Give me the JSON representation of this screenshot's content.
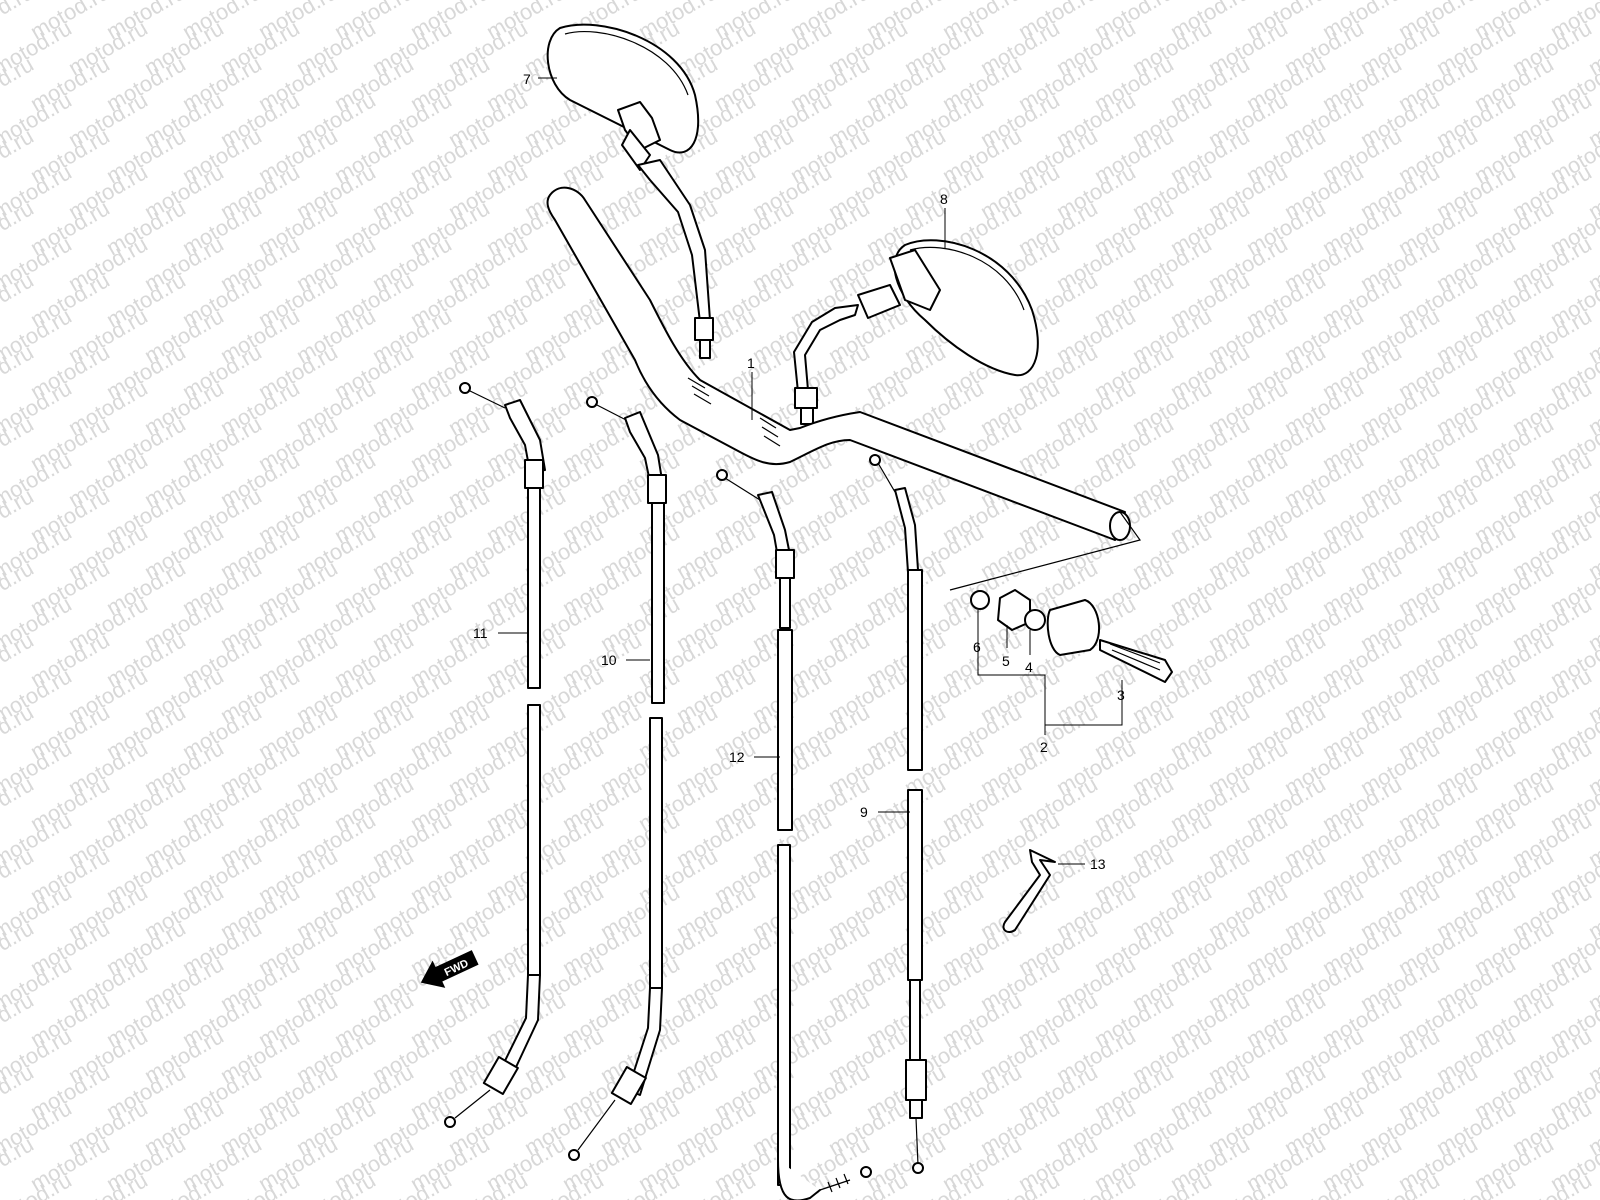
{
  "watermark": {
    "text": "motod.ru",
    "color": "#d8d8d8"
  },
  "fwd_arrow": {
    "label": "FWD"
  },
  "callouts": [
    {
      "id": "1",
      "label": "1"
    },
    {
      "id": "2",
      "label": "2"
    },
    {
      "id": "3",
      "label": "3"
    },
    {
      "id": "4",
      "label": "4"
    },
    {
      "id": "5",
      "label": "5"
    },
    {
      "id": "6",
      "label": "6"
    },
    {
      "id": "7",
      "label": "7"
    },
    {
      "id": "8",
      "label": "8"
    },
    {
      "id": "9",
      "label": "9"
    },
    {
      "id": "10",
      "label": "10"
    },
    {
      "id": "11",
      "label": "11"
    },
    {
      "id": "12",
      "label": "12"
    },
    {
      "id": "13",
      "label": "13"
    }
  ]
}
